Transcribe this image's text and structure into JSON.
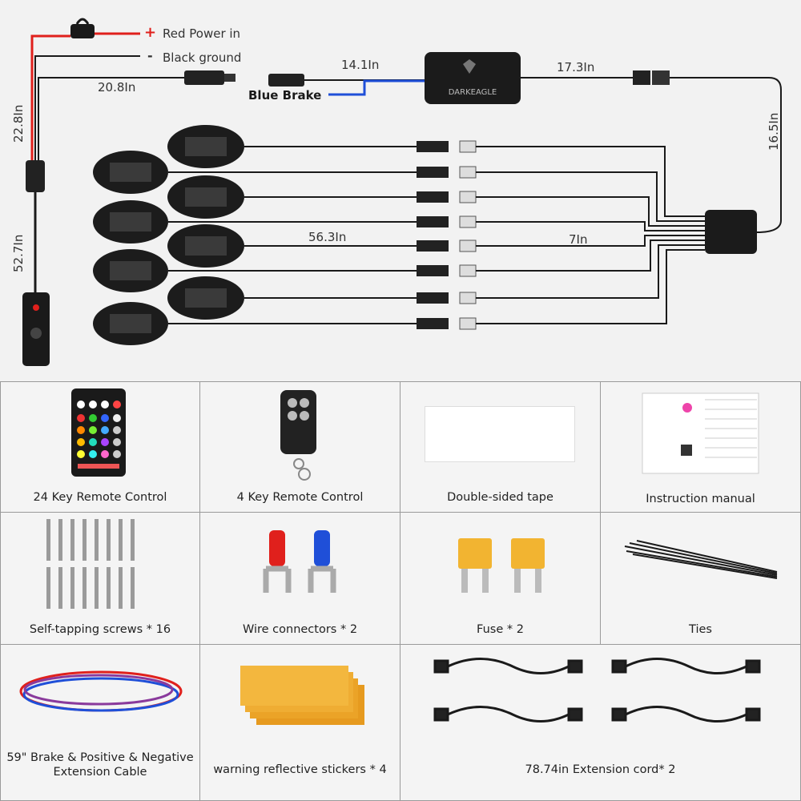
{
  "wiring": {
    "red_power": "Red Power in",
    "black_ground": "Black ground",
    "blue_brake": "Blue Brake",
    "plus_sign": "+",
    "minus_sign": "-",
    "len_20_8": "20.8In",
    "len_14_1": "14.1In",
    "len_17_3": "17.3In",
    "len_16_5": "16.5In",
    "len_22_8": "22.8In",
    "len_52_7": "52.7In",
    "len_56_3": "56.3In",
    "len_7": "7In",
    "brand": "DARKEAGLE"
  },
  "items": [
    {
      "caption": "24 Key Remote Control"
    },
    {
      "caption": "4 Key Remote Control"
    },
    {
      "caption": "Double-sided tape"
    },
    {
      "caption": "Instruction manual"
    },
    {
      "caption": "Self-tapping screws * 16"
    },
    {
      "caption": "Wire connectors * 2"
    },
    {
      "caption": "Fuse * 2"
    },
    {
      "caption": "Ties"
    },
    {
      "caption_line1": "59\" Brake & Positive & Negative",
      "caption_line2": "Extension Cable"
    },
    {
      "caption": "warning reflective stickers * 4"
    },
    {
      "caption": "78.74in Extension cord* 2"
    }
  ],
  "colors": {
    "red_wire": "#e0201c",
    "blue_wire": "#1f4fd8",
    "black_wire": "#1a1a1a",
    "background": "#f2f2f2"
  }
}
